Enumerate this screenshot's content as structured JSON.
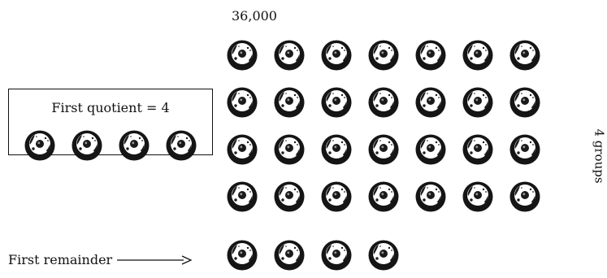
{
  "top_label": "36,000",
  "quotient_label": "First quotient = 4",
  "remainder_label": "First remainder",
  "groups_label": "4 groups",
  "disks": {
    "quotient_count": 4,
    "grid_rows": [
      7,
      7,
      7,
      7,
      4
    ]
  }
}
